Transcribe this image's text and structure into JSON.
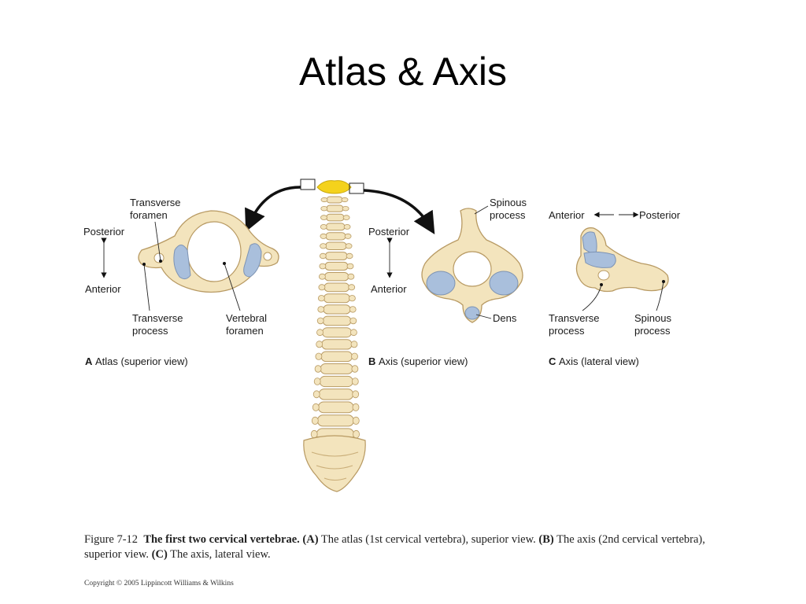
{
  "slide": {
    "title": "Atlas & Axis"
  },
  "panels": {
    "a": {
      "letter": "A",
      "caption": "Atlas (superior view)",
      "labels": {
        "transverse_foramen_line1": "Transverse",
        "transverse_foramen_line2": "foramen",
        "posterior": "Posterior",
        "anterior": "Anterior",
        "transverse_process_line1": "Transverse",
        "transverse_process_line2": "process",
        "vertebral_foramen_line1": "Vertebral",
        "vertebral_foramen_line2": "foramen"
      }
    },
    "b": {
      "letter": "B",
      "caption": "Axis (superior view)",
      "labels": {
        "spinous_process_line1": "Spinous",
        "spinous_process_line2": "process",
        "posterior": "Posterior",
        "anterior": "Anterior",
        "dens": "Dens"
      }
    },
    "c": {
      "letter": "C",
      "caption": "Axis (lateral view)",
      "labels": {
        "anterior": "Anterior",
        "posterior": "Posterior",
        "transverse_process_line1": "Transverse",
        "transverse_process_line2": "process",
        "spinous_process_line1": "Spinous",
        "spinous_process_line2": "process"
      }
    }
  },
  "figure_caption": {
    "prefix": "Figure 7-12",
    "bold": "The first two cervical vertebrae.",
    "a_letter": "(A)",
    "a_text": " The atlas (1st cervical vertebra), superior view. ",
    "b_letter": "(B)",
    "b_text": " The axis (2nd cervical vertebra), superior view. ",
    "c_letter": "(C)",
    "c_text": " The axis, lateral view."
  },
  "copyright": "Copyright © 2005 Lippincott Williams & Wilkins",
  "colors": {
    "bone": "#f3e4bd",
    "bone_edge": "#b89a63",
    "cartilage": "#a9bfdc",
    "highlight": "#f4d21c"
  }
}
